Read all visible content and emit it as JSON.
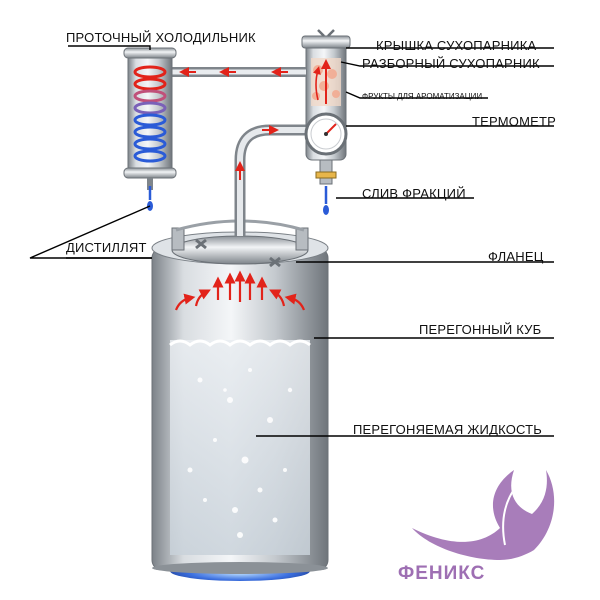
{
  "labels": {
    "condenser": "ПРОТОЧНЫЙ ХОЛОДИЛЬНИК",
    "steamer_lid": "КРЫШКА СУХОПАРНИКА",
    "steamer_body": "РАЗБОРНЫЙ СУХОПАРНИК",
    "fruits": "ФРУКТЫ ДЛЯ АРОМАТИЗАЦИИ",
    "thermometer": "ТЕРМОМЕТР",
    "drain": "СЛИВ ФРАКЦИЙ",
    "distillate": "ДИСТИЛЛЯТ",
    "flange": "ФЛАНЕЦ",
    "still_pot": "ПЕРЕГОННЫЙ КУБ",
    "liquid": "ПЕРЕГОНЯЕМАЯ ЖИДКОСТЬ"
  },
  "brand": {
    "name": "ФЕНИКС"
  },
  "colors": {
    "steel_dark": "#8a9096",
    "steel_light": "#f2f4f6",
    "arrow_red": "#e2231a",
    "coil_blue": "#2a5bd7",
    "brand_purple": "#9e6fb3",
    "flame_blue": "#3b6fe0"
  },
  "icons": {
    "logo": "phoenix-feather-logo",
    "burner": "gas-flame-icon"
  }
}
